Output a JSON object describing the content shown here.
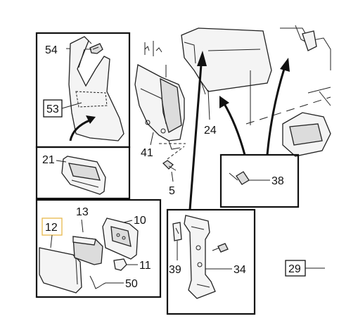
{
  "callouts": {
    "c54": "54",
    "c53": "53",
    "c21": "21",
    "c41": "41",
    "c5": "5",
    "c24": "24",
    "c38": "38",
    "c12": "12",
    "c13": "13",
    "c10": "10",
    "c11": "11",
    "c50": "50",
    "c39": "39",
    "c34": "34",
    "c29": "29"
  },
  "colors": {
    "line": "#111111",
    "highlight_box": "#e8b84a"
  }
}
